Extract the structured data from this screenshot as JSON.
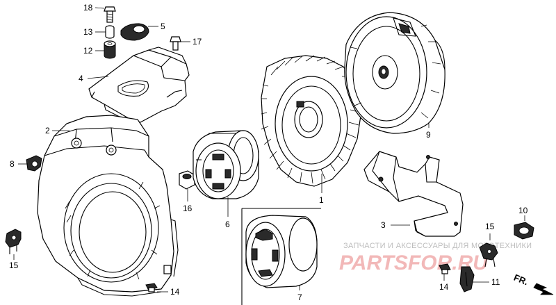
{
  "callouts": {
    "n18": "18",
    "n13": "13",
    "n5": "5",
    "n17": "17",
    "n12": "12",
    "n4": "4",
    "n2": "2",
    "n8": "8",
    "n15a": "15",
    "n14a": "14",
    "n16": "16",
    "n6": "6",
    "n1": "1",
    "n7": "7",
    "n9": "9",
    "n3": "3",
    "n10": "10",
    "n15b": "15",
    "n14b": "14",
    "n11": "11"
  },
  "watermark": {
    "top_text": "ЗАПЧАСТИ И АКСЕССУАРЫ ДЛЯ МОТОТЕХНИКИ",
    "main_text": "PARTSFOR.RU"
  },
  "direction": {
    "label": "FR."
  }
}
